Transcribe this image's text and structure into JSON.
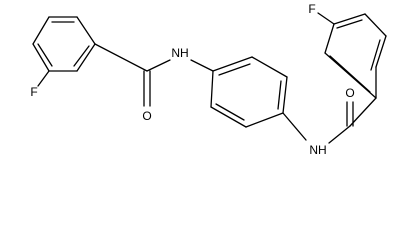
{
  "molecule": {
    "atoms": {
      "fluorine_left": "F",
      "oxygen_left": "O",
      "nitrogen_left": "NH",
      "nitrogen_right": "NH",
      "oxygen_right": "O",
      "fluorine_right": "F"
    }
  }
}
